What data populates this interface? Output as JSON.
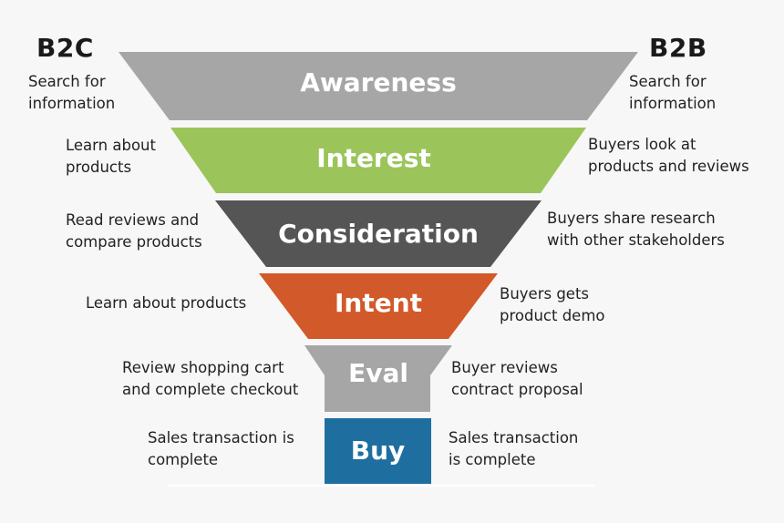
{
  "headers": {
    "b2c": "B2C",
    "b2b": "B2B"
  },
  "stages": [
    {
      "label": "Awareness",
      "color": "#a6a6a6",
      "b2c": "Search for\ninformation",
      "b2b": "Search for\ninformation"
    },
    {
      "label": "Interest",
      "color": "#9bc55a",
      "b2c": "Learn about\nproducts",
      "b2b": "Buyers look at\nproducts and reviews"
    },
    {
      "label": "Consideration",
      "color": "#555555",
      "b2c": "Read reviews and\ncompare products",
      "b2b": "Buyers share research\nwith other stakeholders"
    },
    {
      "label": "Intent",
      "color": "#d2592a",
      "b2c": "Learn about products",
      "b2b": "Buyers gets\nproduct demo"
    },
    {
      "label": "Eval",
      "color": "#a6a6a6",
      "b2c": "Review shopping cart\nand complete checkout",
      "b2b": "Buyer reviews\ncontract proposal"
    },
    {
      "label": "Buy",
      "color": "#1e6fa0",
      "b2c": "Sales transaction is\ncomplete",
      "b2b": "Sales transaction\nis complete"
    }
  ]
}
